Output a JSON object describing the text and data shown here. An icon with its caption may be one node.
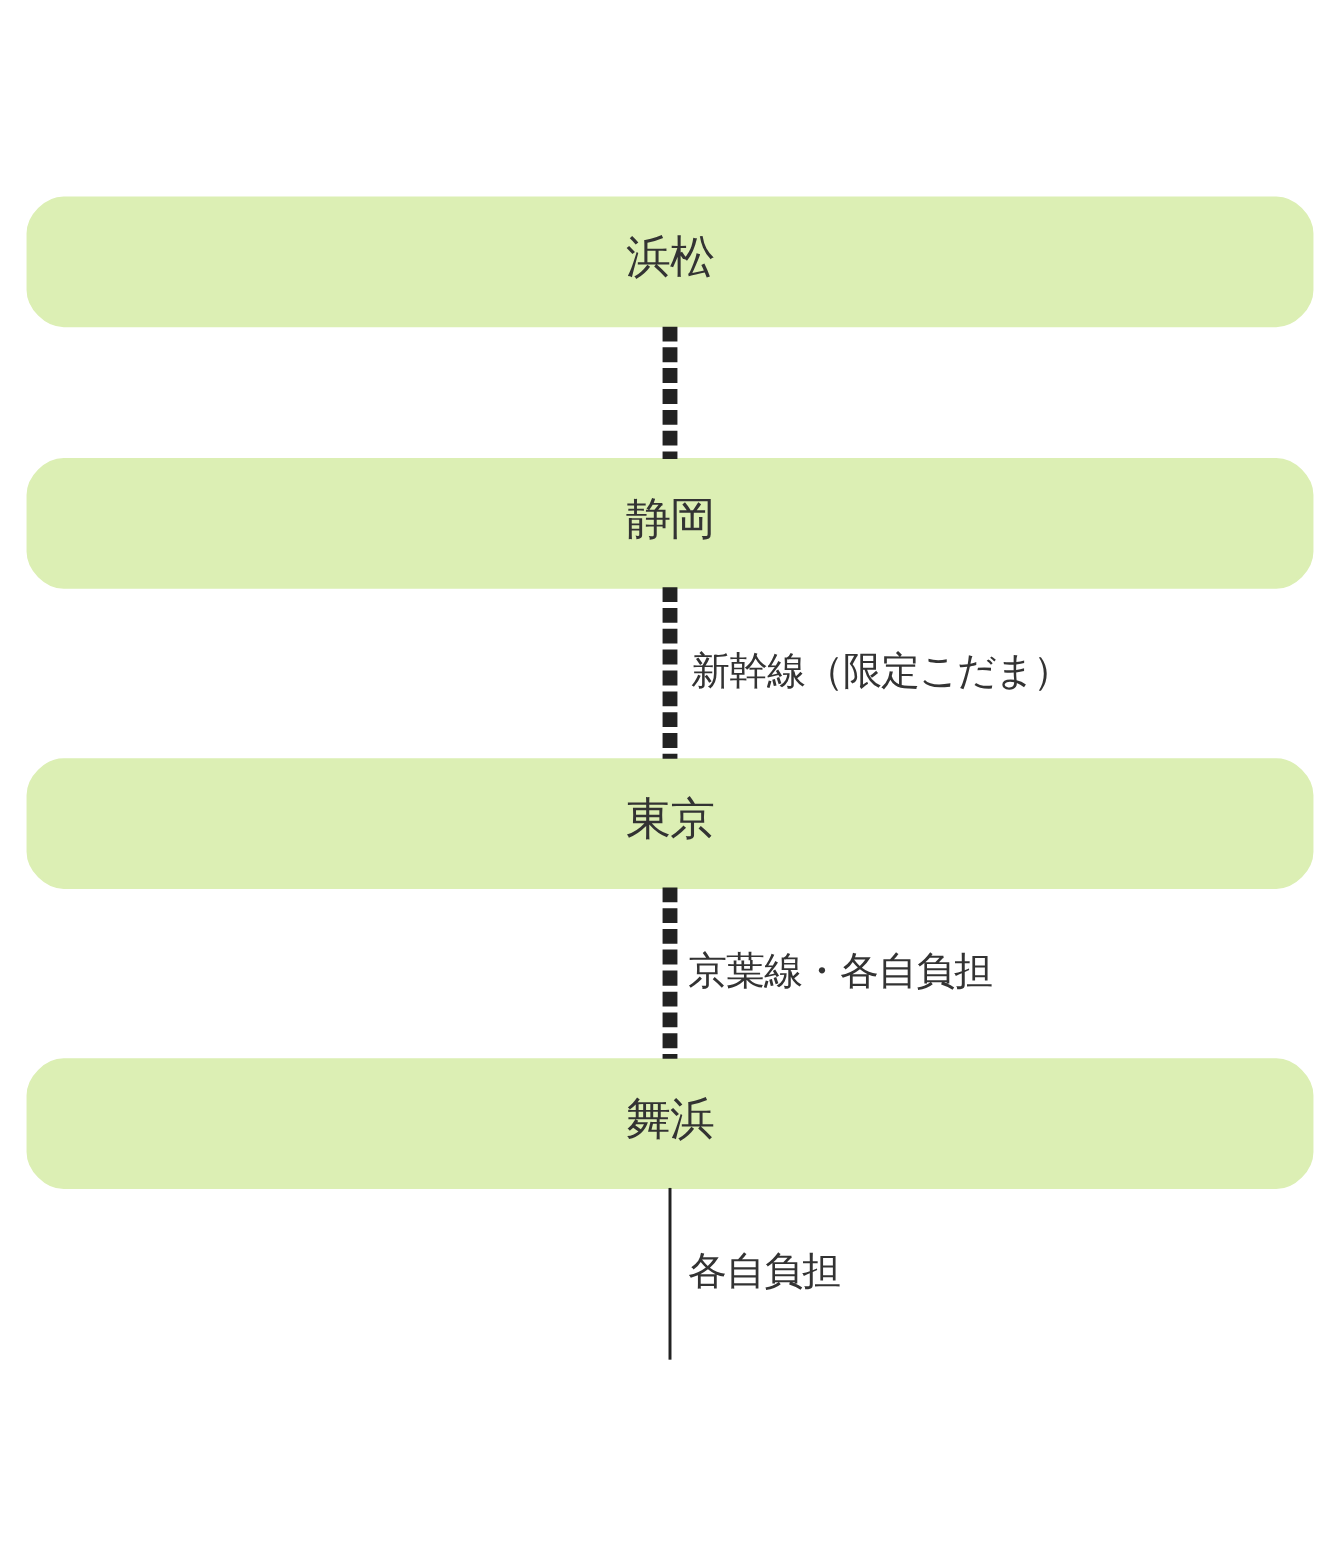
{
  "diagram": {
    "nodes": [
      {
        "text": [
          "浜松"
        ]
      },
      {
        "text": [
          "静岡"
        ]
      },
      {
        "text": [
          "東京"
        ]
      },
      {
        "text": [
          "舞浜"
        ]
      }
    ],
    "edges": [
      {
        "from": 0,
        "to": 1,
        "arrow": "none",
        "style": "dashed"
      },
      {
        "from": 1,
        "to": 2,
        "arrow": "none",
        "style": "dashed",
        "label": "新幹線（限定こだま）"
      },
      {
        "from": 2,
        "to": 3,
        "arrow": "none",
        "style": "dashed",
        "label": "京葉線・各自負担"
      },
      {
        "from": 3,
        "to": null,
        "arrow": "none",
        "label": "各自負担"
      }
    ]
  }
}
